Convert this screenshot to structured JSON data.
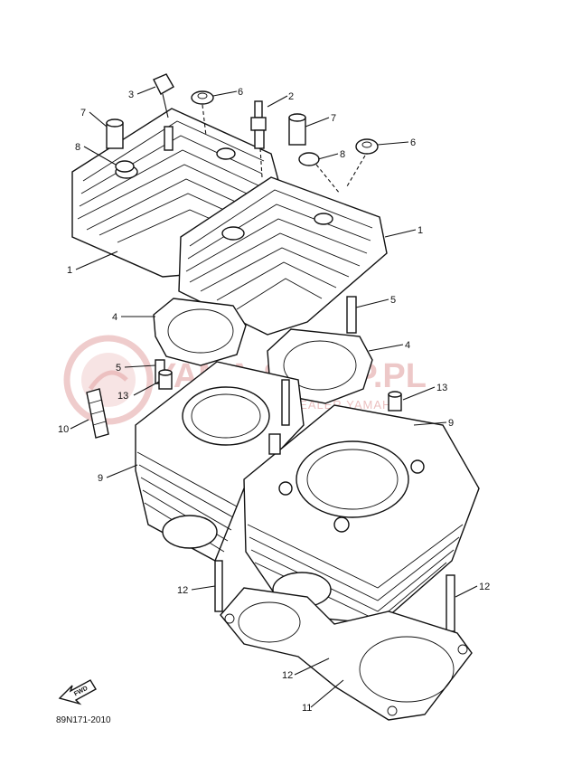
{
  "diagram": {
    "drawing_code": "89N171-2010",
    "fwd_label": "FWD",
    "watermark": {
      "title": "YAMA-SKLEP.PL",
      "subtitle": "UCIECHOWSKI DEALER YAMAHA"
    },
    "callouts": [
      {
        "id": "c3",
        "label": "3"
      },
      {
        "id": "c6a",
        "label": "6"
      },
      {
        "id": "c2",
        "label": "2"
      },
      {
        "id": "c7a",
        "label": "7"
      },
      {
        "id": "c7b",
        "label": "7"
      },
      {
        "id": "c8a",
        "label": "8"
      },
      {
        "id": "c8b",
        "label": "8"
      },
      {
        "id": "c6b",
        "label": "6"
      },
      {
        "id": "c1a",
        "label": "1"
      },
      {
        "id": "c1b",
        "label": "1"
      },
      {
        "id": "c5a",
        "label": "5"
      },
      {
        "id": "c4a",
        "label": "4"
      },
      {
        "id": "c4b",
        "label": "4"
      },
      {
        "id": "c5b",
        "label": "5"
      },
      {
        "id": "c13a",
        "label": "13"
      },
      {
        "id": "c13b",
        "label": "13"
      },
      {
        "id": "c10",
        "label": "10"
      },
      {
        "id": "c9a",
        "label": "9"
      },
      {
        "id": "c9b",
        "label": "9"
      },
      {
        "id": "c12a",
        "label": "12"
      },
      {
        "id": "c12b",
        "label": "12"
      },
      {
        "id": "c12c",
        "label": "12"
      },
      {
        "id": "c11",
        "label": "11"
      }
    ]
  }
}
